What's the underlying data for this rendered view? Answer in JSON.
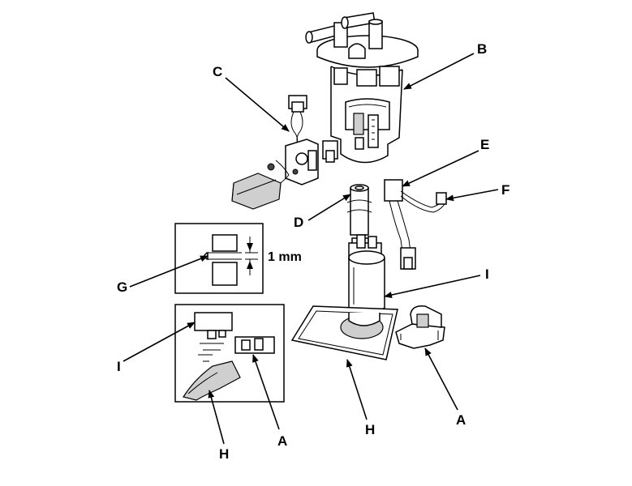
{
  "labels": {
    "A": "A",
    "B": "B",
    "C": "C",
    "D": "D",
    "E": "E",
    "F": "F",
    "G": "G",
    "H": "H",
    "I": "I"
  },
  "dimension": "1 mm"
}
